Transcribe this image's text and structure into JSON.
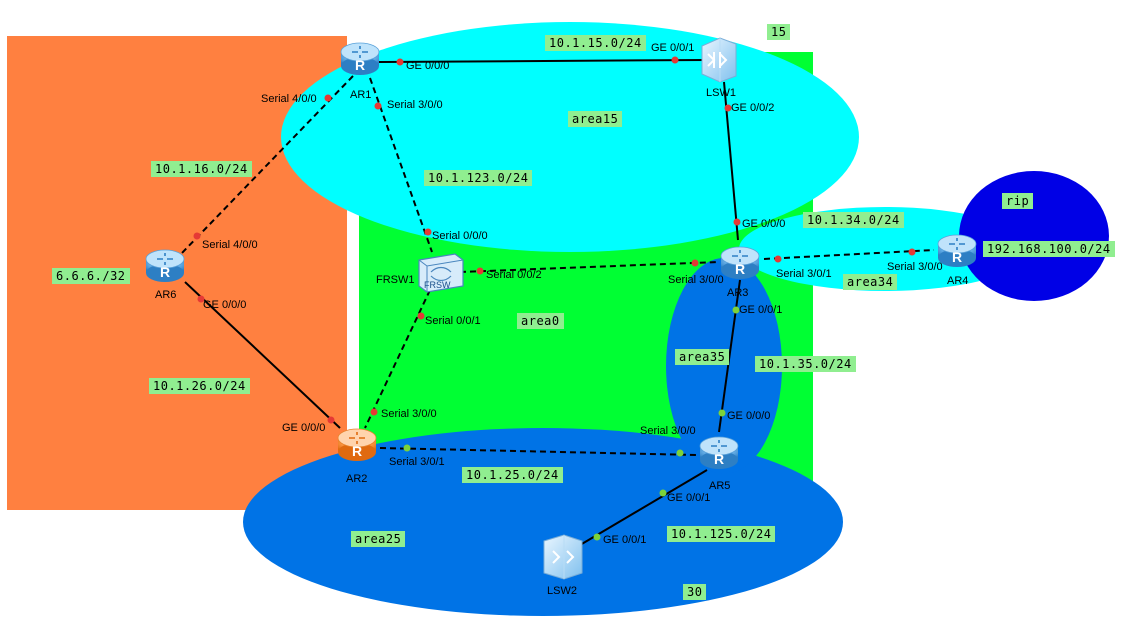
{
  "areas": {
    "area15": "area15",
    "area0": "area0",
    "area34": "area34",
    "area35": "area35",
    "area25": "area25",
    "rip": "rip",
    "label_15": "15",
    "label_30": "30"
  },
  "networks": {
    "n1": "10.1.15.0/24",
    "n2": "10.1.16.0/24",
    "n3": "10.1.123.0/24",
    "n4": "10.1.34.0/24",
    "n5": "192.168.100.0/24",
    "n6": "6.6.6./32",
    "n7": "10.1.35.0/24",
    "n8": "10.1.26.0/24",
    "n9": "10.1.25.0/24",
    "n10": "10.1.125.0/24"
  },
  "devices": {
    "ar1": "AR1",
    "lsw1": "LSW1",
    "ar6": "AR6",
    "frsw1": "FRSW1",
    "frsw_badge": "FRSW",
    "ar3": "AR3",
    "ar4": "AR4",
    "ar2": "AR2",
    "ar5": "AR5",
    "lsw2": "LSW2"
  },
  "interfaces": {
    "ar1_ge000": "GE 0/0/0",
    "lsw1_ge001": "GE 0/0/1",
    "ar1_s400": "Serial 4/0/0",
    "ar1_s300": "Serial 3/0/0",
    "lsw1_ge002": "GE 0/0/2",
    "ar6_s400": "Serial 4/0/0",
    "frsw_s000": "Serial 0/0/0",
    "frsw_s002": "Serial 0/0/2",
    "frsw_s001": "Serial 0/0/1",
    "ar3_ge000": "GE 0/0/0",
    "ar3_s300": "Serial 3/0/0",
    "ar3_s301": "Serial 3/0/1",
    "ar4_s300": "Serial 3/0/0",
    "ar3_ge001": "GE 0/0/1",
    "ar6_ge000": "GE 0/0/0",
    "ar2_s300": "Serial 3/0/0",
    "ar5_ge000": "GE 0/0/0",
    "ar2_ge000": "GE 0/0/0",
    "ar5_s300": "Serial 3/0/0",
    "ar2_s301": "Serial 3/0/1",
    "ar5_ge001": "GE 0/0/1",
    "lsw2_ge001": "GE 0/0/1"
  },
  "colors": {
    "orange_area": "#ff8040",
    "green_area": "#00ff33",
    "cyan_area": "#00ffff",
    "blue_area": "#0073e6",
    "dark_blue_area": "#0000e6",
    "tag_bg": "#90ee90",
    "port_red": "#e53935",
    "port_green": "#7cd23a"
  }
}
